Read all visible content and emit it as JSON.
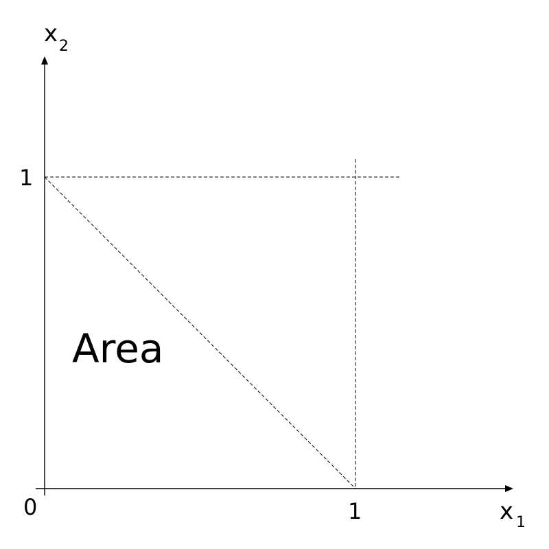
{
  "labels": {
    "origin": "0",
    "x_tick_one": "1",
    "y_tick_one": "1",
    "x_axis_var": "x",
    "x_axis_sub": "1",
    "y_axis_var": "x",
    "y_axis_sub": "2",
    "region": "Area"
  },
  "lines": {
    "diagonal": {
      "from": [
        0,
        1
      ],
      "to": [
        1,
        0
      ]
    },
    "horizontal_guide_y": 1,
    "vertical_guide_x": 1
  }
}
